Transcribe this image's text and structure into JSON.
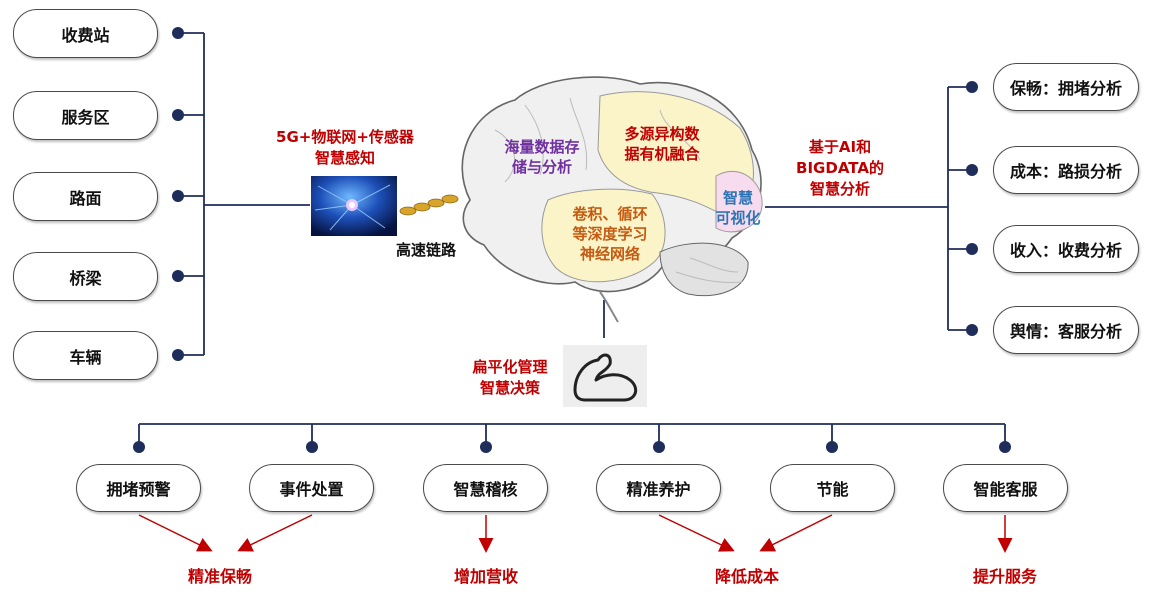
{
  "left_nodes": [
    "收费站",
    "服务区",
    "路面",
    "桥梁",
    "车辆"
  ],
  "right_nodes": [
    "保畅：拥堵分析",
    "成本：路损分析",
    "收入：收费分析",
    "舆情：客服分析"
  ],
  "bottom_nodes": [
    "拥堵预警",
    "事件处置",
    "智慧稽核",
    "精准养护",
    "节能",
    "智能客服"
  ],
  "outcomes": [
    "精准保畅",
    "增加营收",
    "降低成本",
    "提升服务"
  ],
  "perception": {
    "line1": "5G+物联网+传感器",
    "line2": "智慧感知"
  },
  "link_label": "高速链路",
  "analysis": {
    "line1": "基于AI和",
    "line2": "BIGDATA的",
    "line3": "智慧分析"
  },
  "decision": {
    "line1": "扁平化管理",
    "line2": "智慧决策"
  },
  "brain": {
    "storage": {
      "line1": "海量数据存",
      "line2": "储与分析"
    },
    "fusion": {
      "line1": "多源异构数",
      "line2": "据有机融合"
    },
    "deep": {
      "line1": "卷积、循环",
      "line2": "等深度学习",
      "line3": "神经网络"
    },
    "visual": {
      "line1": "智慧",
      "line2": "可视化"
    }
  },
  "colors": {
    "node_dot": "#1f2d5a",
    "accent_red": "#c00000",
    "storage_text": "#7030a0",
    "deep_text": "#c55a11",
    "visual_text": "#2e75b6"
  }
}
